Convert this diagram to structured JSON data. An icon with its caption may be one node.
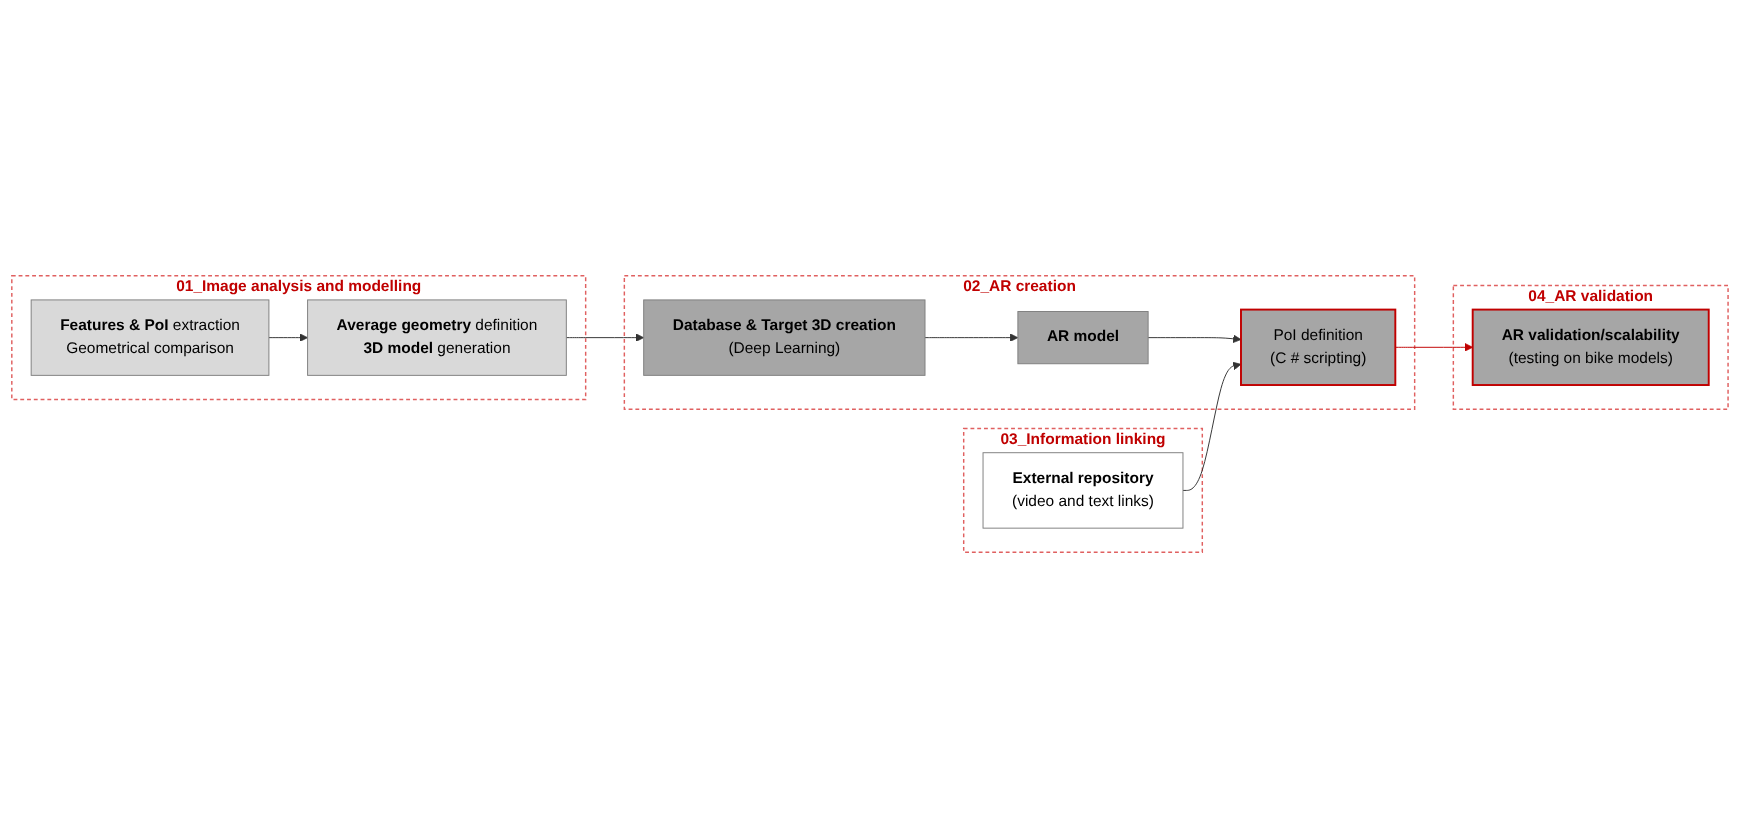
{
  "diagram": {
    "nodes": [
      {
        "text": [
          "01_Image analysis and modelling"
        ]
      },
      {
        "text": [
          "**Features & PoI** extraction",
          "Geometrical comparison"
        ],
        "in": 0
      },
      {
        "text": [
          "**Average geometry** definition",
          "**3D model** generation"
        ],
        "in": 0
      },
      {
        "text": [
          "02_AR creation"
        ]
      },
      {
        "text": [
          "Database & Target 3D creation",
          "(Deep Learning)"
        ],
        "in": 3
      },
      {
        "text": [
          "AR model"
        ],
        "in": 3
      },
      {
        "text": [
          "PoI definition",
          "(C # scripting)"
        ],
        "in": 3
      },
      {
        "text": [
          "03_Information linking"
        ]
      },
      {
        "text": [
          "External repository",
          "(video and text links)"
        ],
        "in": 7
      },
      {
        "text": [
          "04_AR validation"
        ]
      },
      {
        "text": [
          "AR validation/scalability",
          "(testing on bike models)"
        ],
        "in": 9
      }
    ],
    "edges": [
      {
        "from": 1,
        "to": 2,
        "arrow": "to"
      },
      {
        "from": 2,
        "to": 4,
        "arrow": "to"
      },
      {
        "from": 4,
        "to": 5,
        "arrow": "to"
      },
      {
        "from": 5,
        "to": 6,
        "arrow": "to"
      },
      {
        "from": 8,
        "to": 6,
        "arrow": "to"
      },
      {
        "from": 6,
        "to": 10,
        "arrow": "to",
        "color": "#c00000"
      }
    ]
  }
}
